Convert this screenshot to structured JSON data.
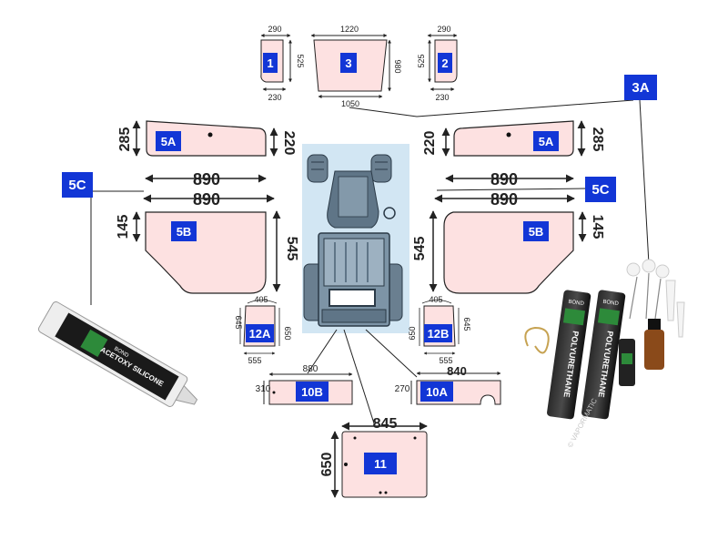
{
  "colors": {
    "glass_fill": "#fde1e1",
    "glass_stroke": "#222222",
    "label_bg": "#1236d6",
    "label_text": "#ffffff",
    "tractor_bg": "#d2e6f3",
    "tractor_body": "#5f7587"
  },
  "parts": {
    "p1": {
      "label": "1",
      "dims": {
        "top": "290",
        "side": "525",
        "bottom": "230"
      }
    },
    "p2": {
      "label": "2",
      "dims": {
        "top": "290",
        "side": "525",
        "bottom": "230"
      }
    },
    "p3": {
      "label": "3",
      "dims": {
        "top": "1220",
        "side": "980",
        "bottom": "1050"
      }
    },
    "p5a_left": {
      "label": "5A",
      "dims": {
        "left": "285",
        "right": "220",
        "bottom": "890"
      }
    },
    "p5a_right": {
      "label": "5A",
      "dims": {
        "left": "220",
        "right": "285",
        "bottom": "890"
      }
    },
    "p5b_left": {
      "label": "5B",
      "dims": {
        "top": "890",
        "left": "145",
        "right": "545"
      }
    },
    "p5b_right": {
      "label": "5B",
      "dims": {
        "top": "890",
        "left": "545",
        "right": "145"
      }
    },
    "p12a": {
      "label": "12A",
      "dims": {
        "top": "405",
        "left": "645",
        "right": "650",
        "bottom": "555"
      }
    },
    "p12b": {
      "label": "12B",
      "dims": {
        "top": "405",
        "left": "650",
        "right": "645",
        "bottom": "555"
      }
    },
    "p10b": {
      "label": "10B",
      "dims": {
        "top": "880",
        "left": "310"
      }
    },
    "p10a": {
      "label": "10A",
      "dims": {
        "top": "840",
        "left": "270"
      }
    },
    "p11": {
      "label": "11",
      "dims": {
        "top": "845",
        "left": "650"
      }
    }
  },
  "kits": {
    "k3a": {
      "label": "3A"
    },
    "k5c_left": {
      "label": "5C"
    },
    "k5c_right": {
      "label": "5C"
    }
  },
  "products": {
    "silicone": {
      "brand": "BOND",
      "text": "ACETOXY SILICONE"
    },
    "polyurethane": {
      "brand": "BOND",
      "text": "POLYURETHANE"
    },
    "watermark": "© VAPORMATIC"
  }
}
